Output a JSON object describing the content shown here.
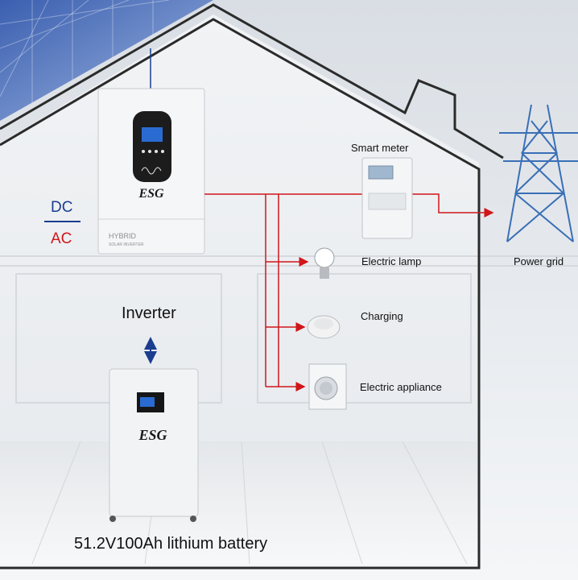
{
  "legend": {
    "dc": "DC",
    "ac": "AC"
  },
  "labels": {
    "smart_meter": "Smart meter",
    "electric_lamp": "Electric lamp",
    "charging": "Charging",
    "electric_appliance": "Electric appliance",
    "power_grid": "Power grid",
    "inverter": "Inverter",
    "battery": "51.2V100Ah lithium battery"
  },
  "inverter_unit": {
    "brand": "ESG",
    "model_text": "HYBRID",
    "model_subtext": "SOLAR INVERTER"
  },
  "battery_unit": {
    "brand": "ESG"
  },
  "colors": {
    "dc": "#1a3d8f",
    "ac": "#d0161a",
    "house_outline": "#2b2b2b"
  }
}
